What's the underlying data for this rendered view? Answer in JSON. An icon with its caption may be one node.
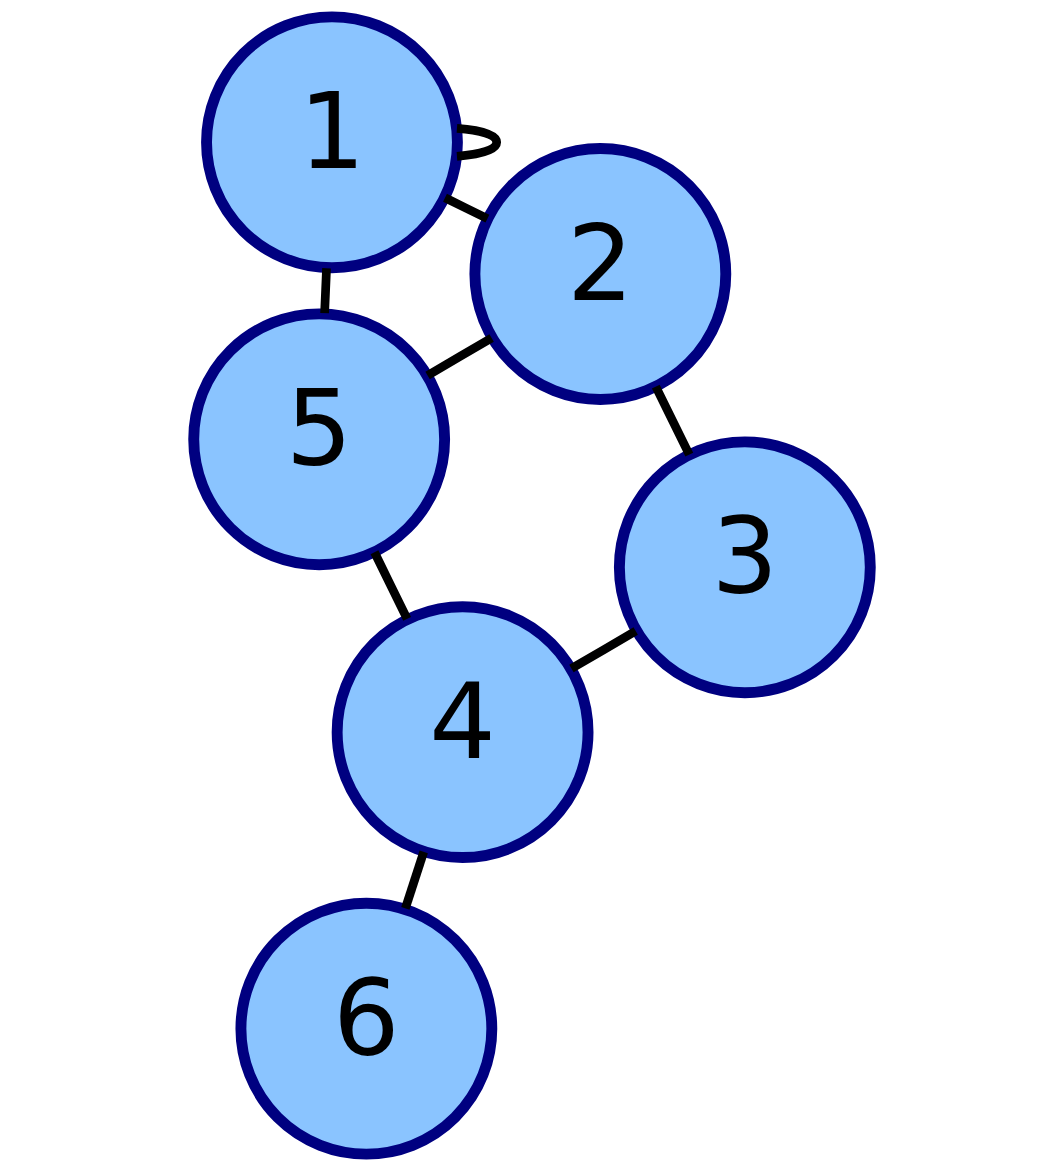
{
  "diagram": {
    "nodes": [
      {
        "text": [
          "6"
        ]
      },
      {
        "text": [
          "3"
        ]
      },
      {
        "text": [
          "4"
        ]
      },
      {
        "text": [
          "2"
        ]
      },
      {
        "text": [
          "5"
        ]
      },
      {
        "text": [
          "1"
        ]
      }
    ],
    "edges": [
      {
        "from": 5,
        "to": 5,
        "arrow": "none"
      },
      {
        "from": 5,
        "to": 3,
        "arrow": "none"
      },
      {
        "from": 5,
        "to": 4,
        "arrow": "none"
      },
      {
        "from": 3,
        "to": 1,
        "arrow": "none"
      },
      {
        "from": 3,
        "to": 4,
        "arrow": "none"
      },
      {
        "from": 1,
        "to": 2,
        "arrow": "none"
      },
      {
        "from": 2,
        "to": 4,
        "arrow": "none"
      },
      {
        "from": 2,
        "to": 0,
        "arrow": "none"
      }
    ]
  }
}
